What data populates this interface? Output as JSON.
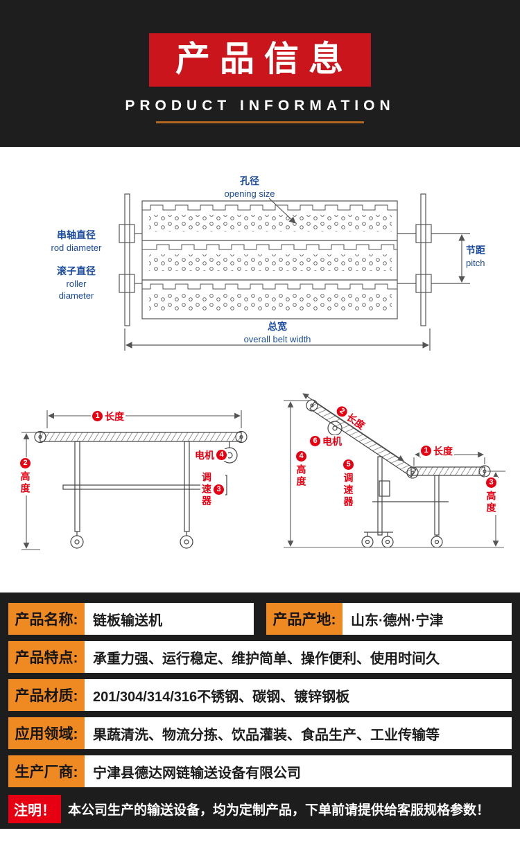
{
  "colors": {
    "header_bg": "#1e1e1e",
    "title_red": "#c9151b",
    "accent_orange": "#ee8a21",
    "marker_red": "#e60012",
    "diagram_blue": "#1a4a9e"
  },
  "header": {
    "title": "产品信息",
    "subtitle": "PRODUCT INFORMATION"
  },
  "diagram_top": {
    "opening_cn": "孔径",
    "opening_en": "opening size",
    "rod_cn": "串轴直径",
    "rod_en": "rod diameter",
    "roller_cn": "滚子直径",
    "roller_en1": "roller",
    "roller_en2": "diameter",
    "pitch_cn": "节距",
    "pitch_en": "pitch",
    "width_cn": "总宽",
    "width_en": "overall belt width"
  },
  "diagram_flat": {
    "length_num": "1",
    "length_label": "长度",
    "height_num": "2",
    "height_label": "高度",
    "motor_label": "电机",
    "motor_num": "4",
    "regulator_label": "调速器",
    "regulator_num": "3"
  },
  "diagram_incline": {
    "incline_length_num": "2",
    "incline_length_label": "长度",
    "motor_num": "6",
    "motor_label": "电机",
    "left_height_num": "4",
    "left_height_label": "高度",
    "regulator_num": "5",
    "regulator_label": "调速器",
    "top_length_num": "1",
    "top_length_label": "长度",
    "right_height_num": "3",
    "right_height_label": "高度"
  },
  "specs": {
    "name": {
      "label": "产品名称:",
      "value": "链板输送机"
    },
    "origin": {
      "label": "产品产地:",
      "value": "山东·德州·宁津"
    },
    "features": {
      "label": "产品特点:",
      "value": "承重力强、运行稳定、维护简单、操作便利、使用时间久"
    },
    "material": {
      "label": "产品材质:",
      "value": "201/304/314/316不锈钢、碳钢、镀锌钢板"
    },
    "application": {
      "label": "应用领域:",
      "value": "果蔬清洗、物流分拣、饮品灌装、食品生产、工业传输等"
    },
    "manufacturer": {
      "label": "生产厂商:",
      "value": "宁津县德达网链输送设备有限公司"
    },
    "note": {
      "label": "注明！",
      "text": "本公司生产的输送设备，均为定制产品，下单前请提供给客服规格参数！"
    }
  }
}
